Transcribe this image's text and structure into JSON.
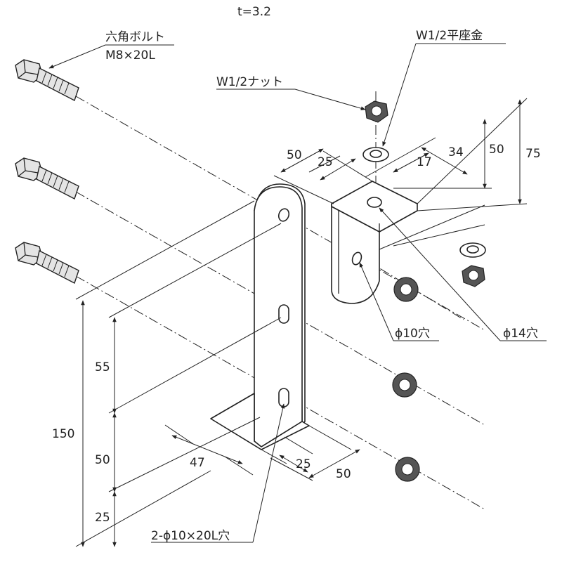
{
  "thickness": "t=3.2",
  "bolt_label_line1": "六角ボルト",
  "bolt_label_line2": "M8×20L",
  "washer_label": "W1/2平座金",
  "nut_label": "W1/2ナット",
  "hole10_label": "ϕ10穴",
  "hole14_label": "ϕ14穴",
  "slot_label": "2-ϕ10×20L穴",
  "dims": {
    "top_50": "50",
    "top_25": "25",
    "top_17": "17",
    "top_34": "34",
    "right_50": "50",
    "right_75": "75",
    "left_150": "150",
    "left_55": "55",
    "left_50": "50",
    "left_25": "25",
    "bottom_47": "47",
    "bottom_25": "25",
    "bottom_50": "50"
  }
}
